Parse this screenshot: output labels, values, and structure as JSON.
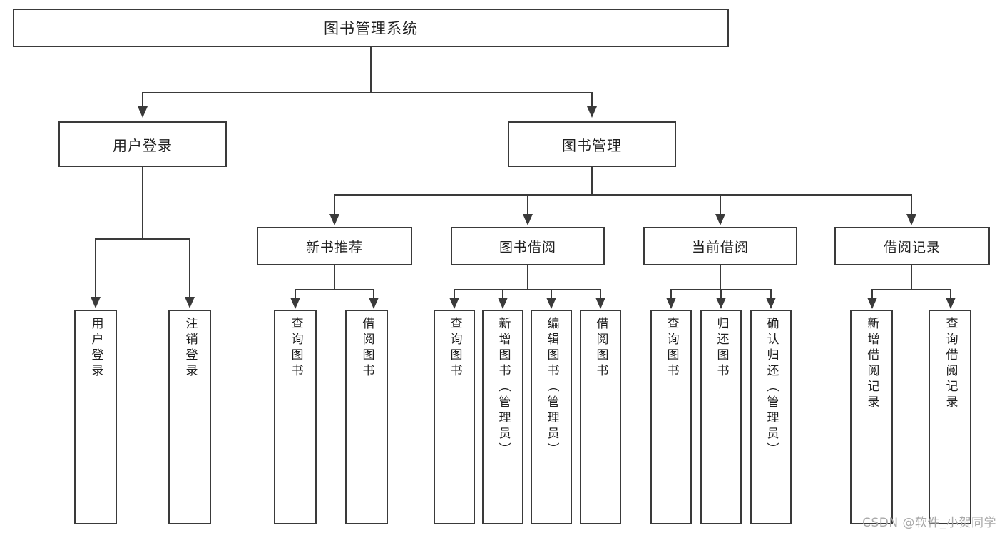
{
  "diagram": {
    "title": "图书管理系统",
    "type": "tree",
    "root": {
      "label": "图书管理系统"
    },
    "level2": [
      {
        "id": "user-login",
        "label": "用户登录"
      },
      {
        "id": "book-manage",
        "label": "图书管理"
      }
    ],
    "level3": [
      {
        "id": "new-book-recommend",
        "label": "新书推荐",
        "parent": "book-manage"
      },
      {
        "id": "book-borrow",
        "label": "图书借阅",
        "parent": "book-manage"
      },
      {
        "id": "current-borrow",
        "label": "当前借阅",
        "parent": "book-manage"
      },
      {
        "id": "borrow-record",
        "label": "借阅记录",
        "parent": "book-manage"
      }
    ],
    "leaves": {
      "user-login": [
        {
          "id": "leaf-user-login",
          "label": "用户登录"
        },
        {
          "id": "leaf-user-logout",
          "label": "注销登录"
        }
      ],
      "new-book-recommend": [
        {
          "id": "leaf-query-book-1",
          "label": "查询图书"
        },
        {
          "id": "leaf-borrow-book-1",
          "label": "借阅图书"
        }
      ],
      "book-borrow": [
        {
          "id": "leaf-query-book-2",
          "label": "查询图书"
        },
        {
          "id": "leaf-add-book",
          "label": "新增图书（管理员）"
        },
        {
          "id": "leaf-edit-book",
          "label": "编辑图书（管理员）"
        },
        {
          "id": "leaf-borrow-book-2",
          "label": "借阅图书"
        }
      ],
      "current-borrow": [
        {
          "id": "leaf-query-book-3",
          "label": "查询图书"
        },
        {
          "id": "leaf-return-book",
          "label": "归还图书"
        },
        {
          "id": "leaf-confirm-return",
          "label": "确认归还（管理员）"
        }
      ],
      "borrow-record": [
        {
          "id": "leaf-add-record",
          "label": "新增借阅记录"
        },
        {
          "id": "leaf-query-record",
          "label": "查询借阅记录"
        }
      ]
    }
  },
  "watermark": {
    "text": "CSDN @软件_小贺同学"
  },
  "colors": {
    "stroke": "#3a3a3a",
    "background": "#ffffff",
    "text": "#1f1f1f",
    "watermark": "#a8a8a8"
  }
}
